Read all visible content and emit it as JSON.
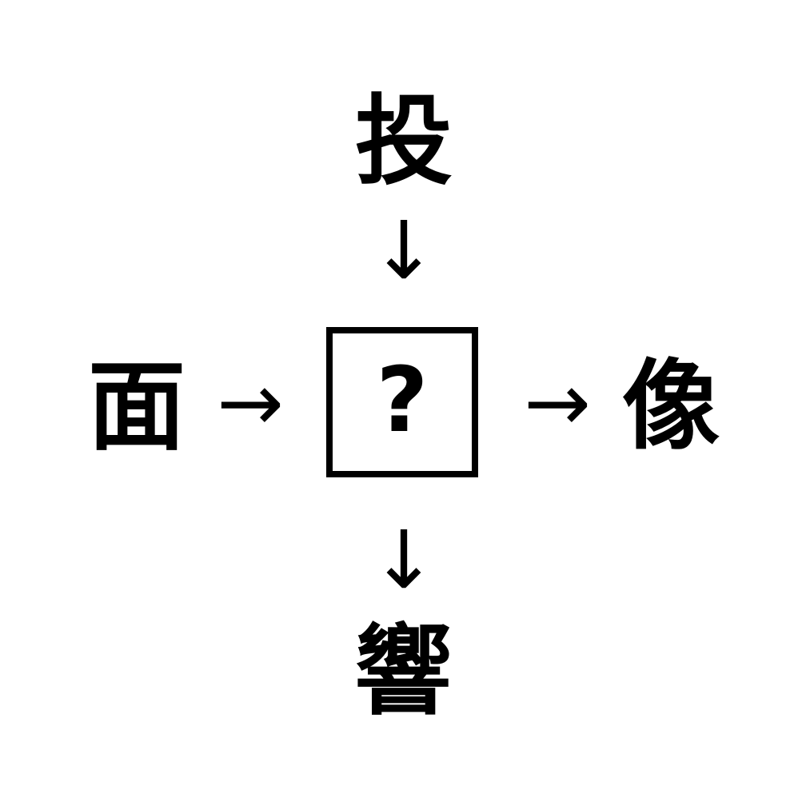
{
  "puzzle": {
    "top_kanji": "投",
    "left_kanji": "面",
    "right_kanji": "像",
    "bottom_kanji": "響",
    "center_placeholder": "?",
    "arrows": {
      "top_to_center": "↓",
      "left_to_center": "→",
      "center_to_right": "→",
      "center_to_bottom": "↓"
    },
    "colors": {
      "ink": "#000000",
      "background": "#ffffff"
    }
  }
}
